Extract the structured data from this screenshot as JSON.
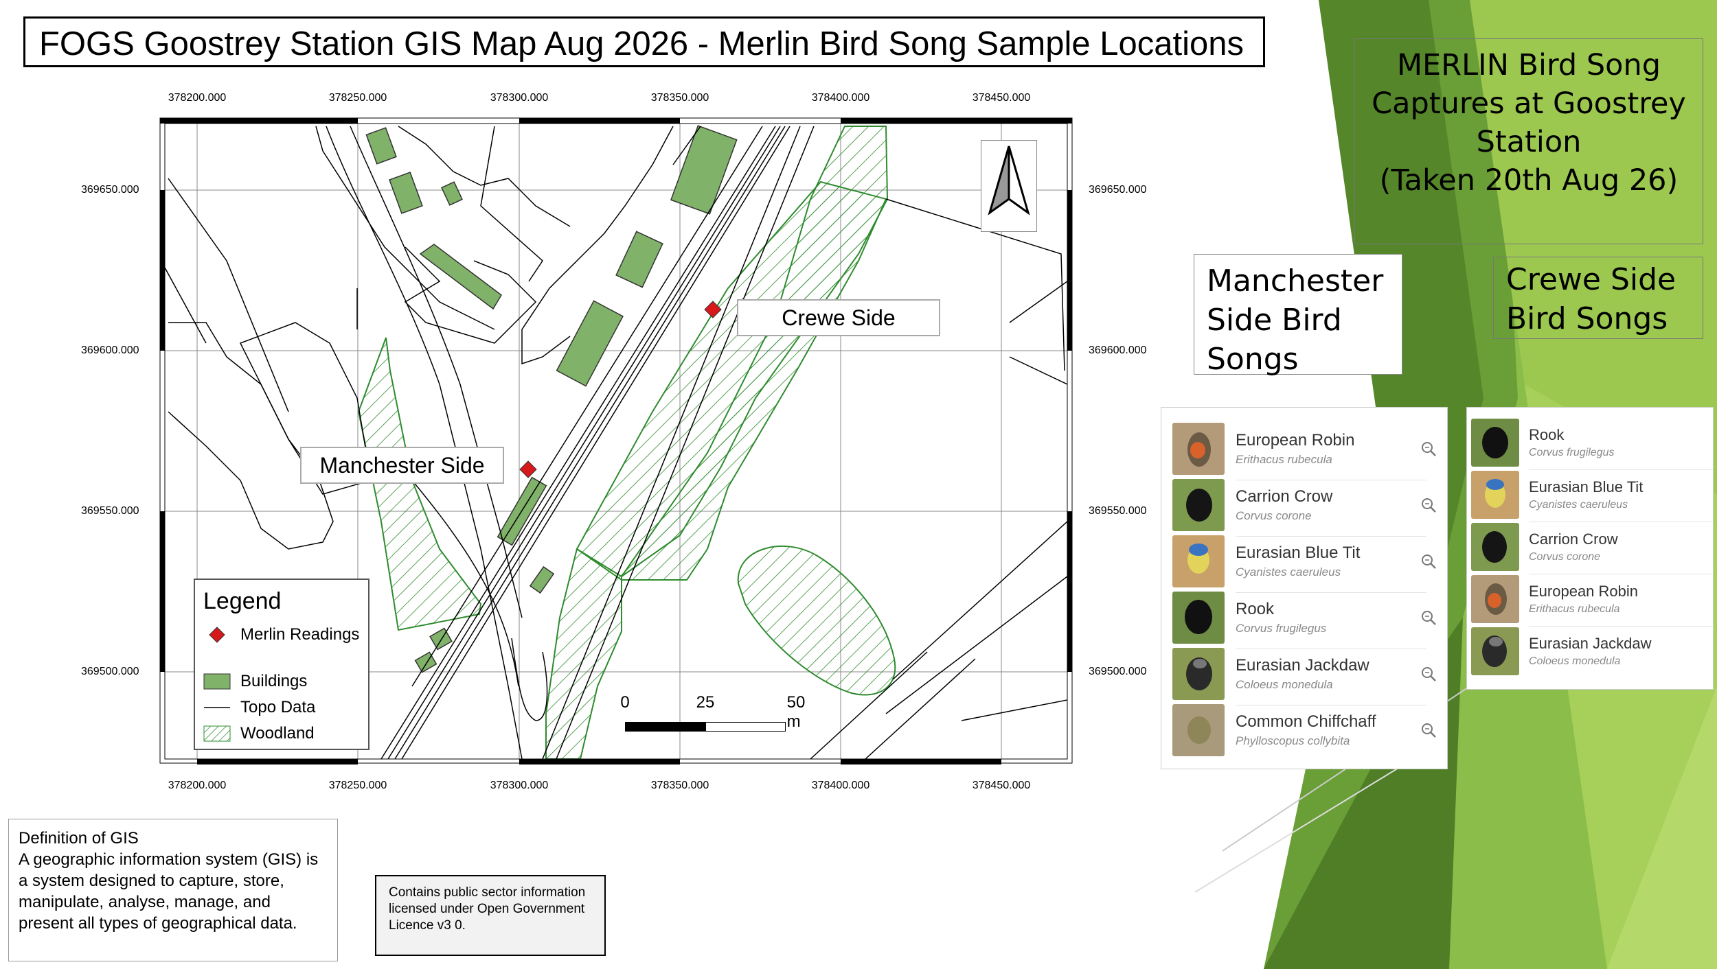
{
  "title": "FOGS Goostrey Station GIS Map Aug 2026 - Merlin Bird Song Sample Locations",
  "map": {
    "x_ticks": [
      "378200.000",
      "378250.000",
      "378300.000",
      "378350.000",
      "378400.000",
      "378450.000"
    ],
    "y_ticks": [
      "369650.000",
      "369600.000",
      "369550.000",
      "369500.000"
    ],
    "labels": {
      "crewe": "Crewe Side",
      "manchester": "Manchester Side"
    },
    "colors": {
      "building": "#80b26a",
      "woodland": "#2e8b2e",
      "merlin": "#d7191c",
      "topo": "#000000"
    }
  },
  "legend": {
    "title": "Legend",
    "items": [
      {
        "label": "Merlin Readings",
        "icon": "red-diamond"
      },
      {
        "label": "Buildings",
        "icon": "green-rectangle"
      },
      {
        "label": "Topo Data",
        "icon": "black-line"
      },
      {
        "label": "Woodland",
        "icon": "green-hatch"
      }
    ]
  },
  "scale_bar": {
    "labels": [
      "0",
      "25",
      "50 m"
    ]
  },
  "gis_definition": {
    "heading": "Definition of GIS",
    "body": "A geographic information system (GIS) is a system designed to capture, store, manipulate, analyse, manage, and present all types of geographical data."
  },
  "licence": "Contains public sector information licensed under Open Government Licence v3 0.",
  "merlin_heading": [
    "MERLIN Bird Song",
    "Captures at Goostrey",
    "Station",
    "(Taken 20th Aug 26)"
  ],
  "manchester_heading": [
    "Manchester",
    "Side Bird",
    "Songs"
  ],
  "crewe_heading": [
    "Crewe Side",
    "Bird Songs"
  ],
  "manchester_birds": [
    {
      "name": "European Robin",
      "scientific": "Erithacus rubecula",
      "icon": "robin-photo"
    },
    {
      "name": "Carrion Crow",
      "scientific": "Corvus corone",
      "icon": "crow-photo"
    },
    {
      "name": "Eurasian Blue Tit",
      "scientific": "Cyanistes caeruleus",
      "icon": "blue-tit-photo"
    },
    {
      "name": "Rook",
      "scientific": "Corvus frugilegus",
      "icon": "rook-photo"
    },
    {
      "name": "Eurasian Jackdaw",
      "scientific": "Coloeus monedula",
      "icon": "jackdaw-photo"
    },
    {
      "name": "Common Chiffchaff",
      "scientific": "Phylloscopus collybita",
      "icon": "chiffchaff-photo"
    }
  ],
  "crewe_birds": [
    {
      "name": "Rook",
      "scientific": "Corvus frugilegus",
      "icon": "rook-photo"
    },
    {
      "name": "Eurasian Blue Tit",
      "scientific": "Cyanistes caeruleus",
      "icon": "blue-tit-photo"
    },
    {
      "name": "Carrion Crow",
      "scientific": "Corvus corone",
      "icon": "crow-photo"
    },
    {
      "name": "European Robin",
      "scientific": "Erithacus rubecula",
      "icon": "robin-photo"
    },
    {
      "name": "Eurasian Jackdaw",
      "scientific": "Coloeus monedula",
      "icon": "jackdaw-photo"
    }
  ]
}
